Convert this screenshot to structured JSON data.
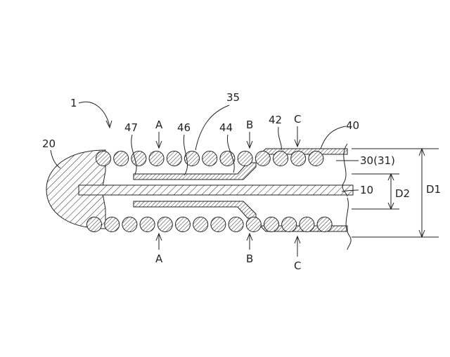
{
  "labels": {
    "assembly": "1",
    "tip": "20",
    "coil_label": "35",
    "inner_tube": "47",
    "section_46": "46",
    "section_44": "44",
    "section_42": "42",
    "outer_sleeve": "40",
    "coil_outer": "30(31)",
    "core": "10",
    "dim_inner": "D2",
    "dim_outer": "D1",
    "sec_a_top": "A",
    "sec_b_top": "B",
    "sec_c_top": "C",
    "sec_a_bottom": "A",
    "sec_b_bottom": "B",
    "sec_c_bottom": "C"
  }
}
